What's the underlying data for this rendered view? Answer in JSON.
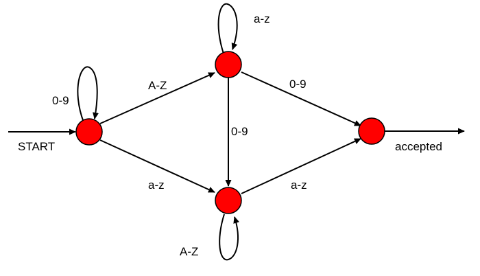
{
  "colors": {
    "node_fill": "#ff0000",
    "stroke": "#000000",
    "background": "#ffffff"
  },
  "labels": {
    "start": "START",
    "accepted": "accepted",
    "loop_start": "0-9",
    "start_to_top": "A-Z",
    "start_to_bottom": "a-z",
    "loop_top": "a-z",
    "top_to_bottom": "0-9",
    "top_to_accept": "0-9",
    "loop_bottom": "A-Z",
    "bottom_to_accept": "a-z"
  }
}
